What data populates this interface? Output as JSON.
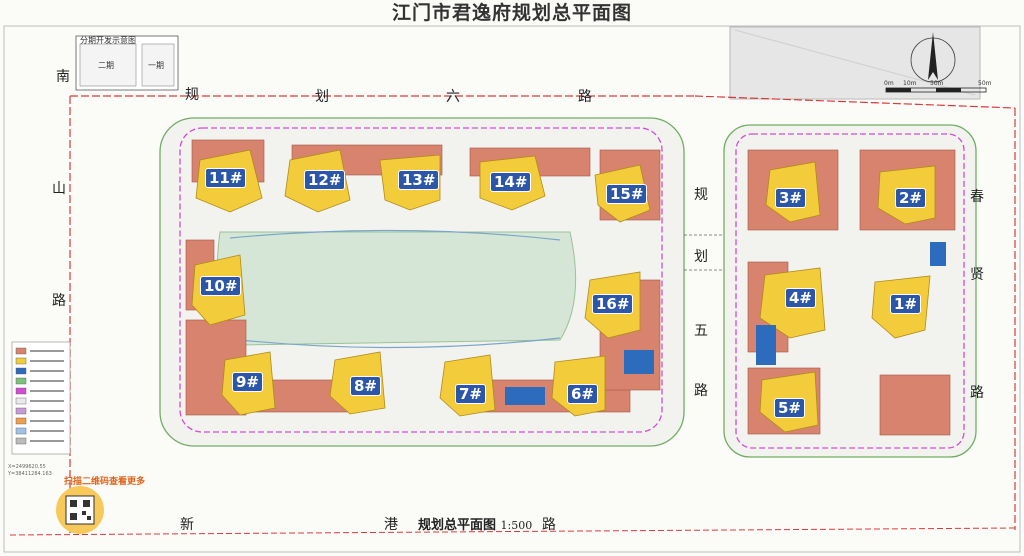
{
  "title": "江门市君逸府规划总平面图",
  "roads": {
    "nanshan_1": "南",
    "nanshan_2": "山",
    "nanshan_3": "路",
    "liu_1": "规",
    "liu_2": "划",
    "liu_3": "六",
    "liu_4": "路",
    "wu_1": "规",
    "wu_2": "划",
    "wu_3": "五",
    "wu_4": "路",
    "yang_1": "春",
    "yang_2": "贤",
    "yang_3": "路",
    "xingang_1": "新",
    "xingang_2": "港",
    "xingang_3": "路"
  },
  "plan_title": "规划总平面图",
  "plan_scale": "1:500",
  "buildings": {
    "b1": "1#",
    "b2": "2#",
    "b3": "3#",
    "b4": "4#",
    "b5": "5#",
    "b6": "6#",
    "b7": "7#",
    "b8": "8#",
    "b9": "9#",
    "b10": "10#",
    "b11": "11#",
    "b12": "12#",
    "b13": "13#",
    "b14": "14#",
    "b15": "15#",
    "b16": "16#"
  },
  "phase_box": {
    "title": "分期开发示意图",
    "phase1": "一期",
    "phase2": "二期"
  },
  "scale_bar": {
    "t0": "0m",
    "t1": "10m",
    "t2": "30m",
    "t3": "50m"
  },
  "qr_caption": "扫描二维码查看更多",
  "coordinates": {
    "x": "X=2499620.55",
    "y": "Y=38411284.163"
  },
  "legend_colors": [
    "#d8836e",
    "#f3cc3c",
    "#2d6bbd",
    "#7cc27c",
    "#d34cd3",
    "#e9e9e9",
    "#c79ad6",
    "#f29d4b",
    "#9fc3e6",
    "#bbbbbb"
  ]
}
